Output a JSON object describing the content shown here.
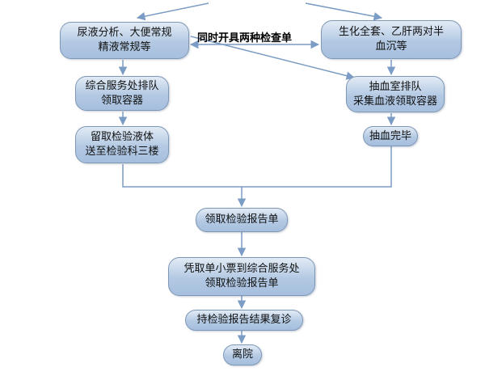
{
  "connector_color": "#7b9cc4",
  "node_gradient_top": "#e2ebf5",
  "node_gradient_bottom": "#a6bfde",
  "parallel_label": "同时开具两种检查单",
  "nodes": {
    "urine": "尿液分析、大便常规\n精液常规等",
    "biochem": "生化全套、乙肝两对半\n血沉等",
    "queue_service": "综合服务处排队\n领取容器",
    "blood_queue": "抽血室排队\n采集血液领取容器",
    "deliver_sample": "留取检验液体\n送至检验科三楼",
    "blood_done": "抽血完毕",
    "get_report": "领取检验报告单",
    "ticket_report": "凭取单小票到综合服务处\n领取检验报告单",
    "revisit": "持检验报告结果复诊",
    "leave": "离院"
  }
}
